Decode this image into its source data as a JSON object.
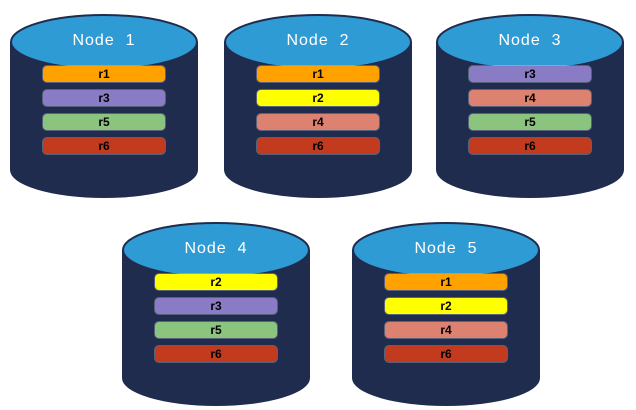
{
  "diagram": {
    "colors": {
      "cylinder_body": "#1F2C4E",
      "cylinder_top": "#2E9BD5",
      "replica_colors": {
        "r1": "#FFA200",
        "r2": "#FFFF00",
        "r3": "#8A7CC4",
        "r4": "#DD8270",
        "r5": "#8AC47E",
        "r6": "#C33B1F"
      }
    },
    "nodes": [
      {
        "label": "Node  1",
        "replicas": [
          "r1",
          "r3",
          "r5",
          "r6"
        ]
      },
      {
        "label": "Node  2",
        "replicas": [
          "r1",
          "r2",
          "r4",
          "r6"
        ]
      },
      {
        "label": "Node  3",
        "replicas": [
          "r3",
          "r4",
          "r5",
          "r6"
        ]
      },
      {
        "label": "Node  4",
        "replicas": [
          "r2",
          "r3",
          "r5",
          "r6"
        ]
      },
      {
        "label": "Node  5",
        "replicas": [
          "r1",
          "r2",
          "r4",
          "r6"
        ]
      }
    ]
  }
}
